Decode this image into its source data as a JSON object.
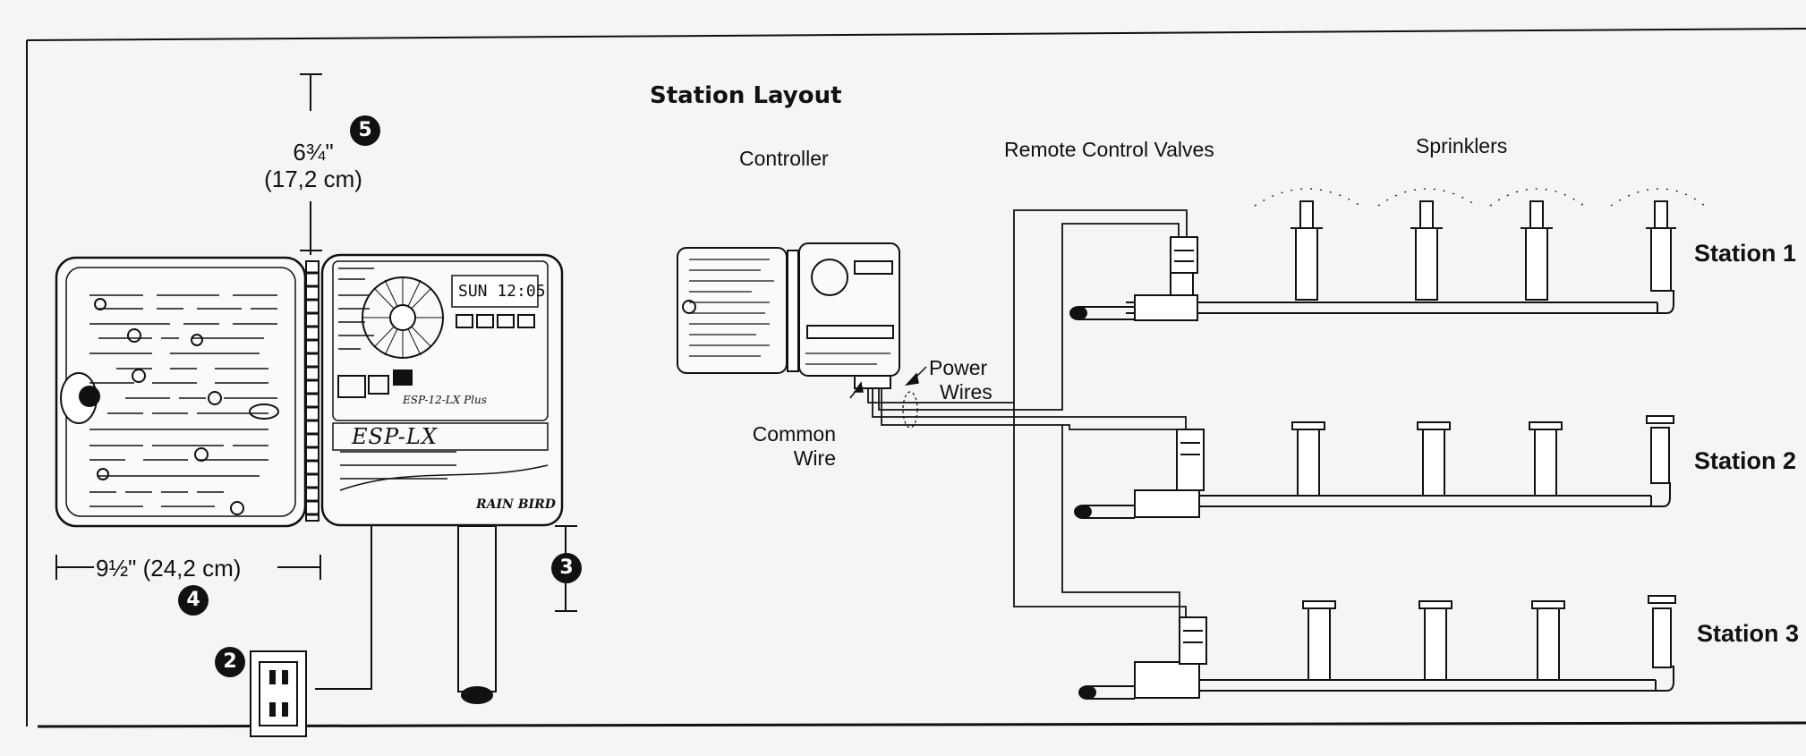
{
  "title": "Station Layout",
  "headers": {
    "controller": "Controller",
    "valves": "Remote Control Valves",
    "sprinklers": "Sprinklers"
  },
  "stations": [
    "Station 1",
    "Station 2",
    "Station 3"
  ],
  "wires": {
    "power_line1": "Power",
    "power_line2": "Wires",
    "common_line1": "Common",
    "common_line2": "Wire"
  },
  "dimensions": {
    "height_in": "6¾\"",
    "height_cm": "(17,2 cm)",
    "width": "9½\" (24,2 cm)"
  },
  "callouts": [
    "2",
    "3",
    "4",
    "5"
  ],
  "controller_unit": {
    "model_label": "ESP-LX",
    "model_sub": "ESP-12-LX Plus",
    "brand": "RAIN BIRD",
    "display_text": "SUN 12:05"
  },
  "colors": {
    "ink": "#111111",
    "paper": "#f5f5f3"
  }
}
